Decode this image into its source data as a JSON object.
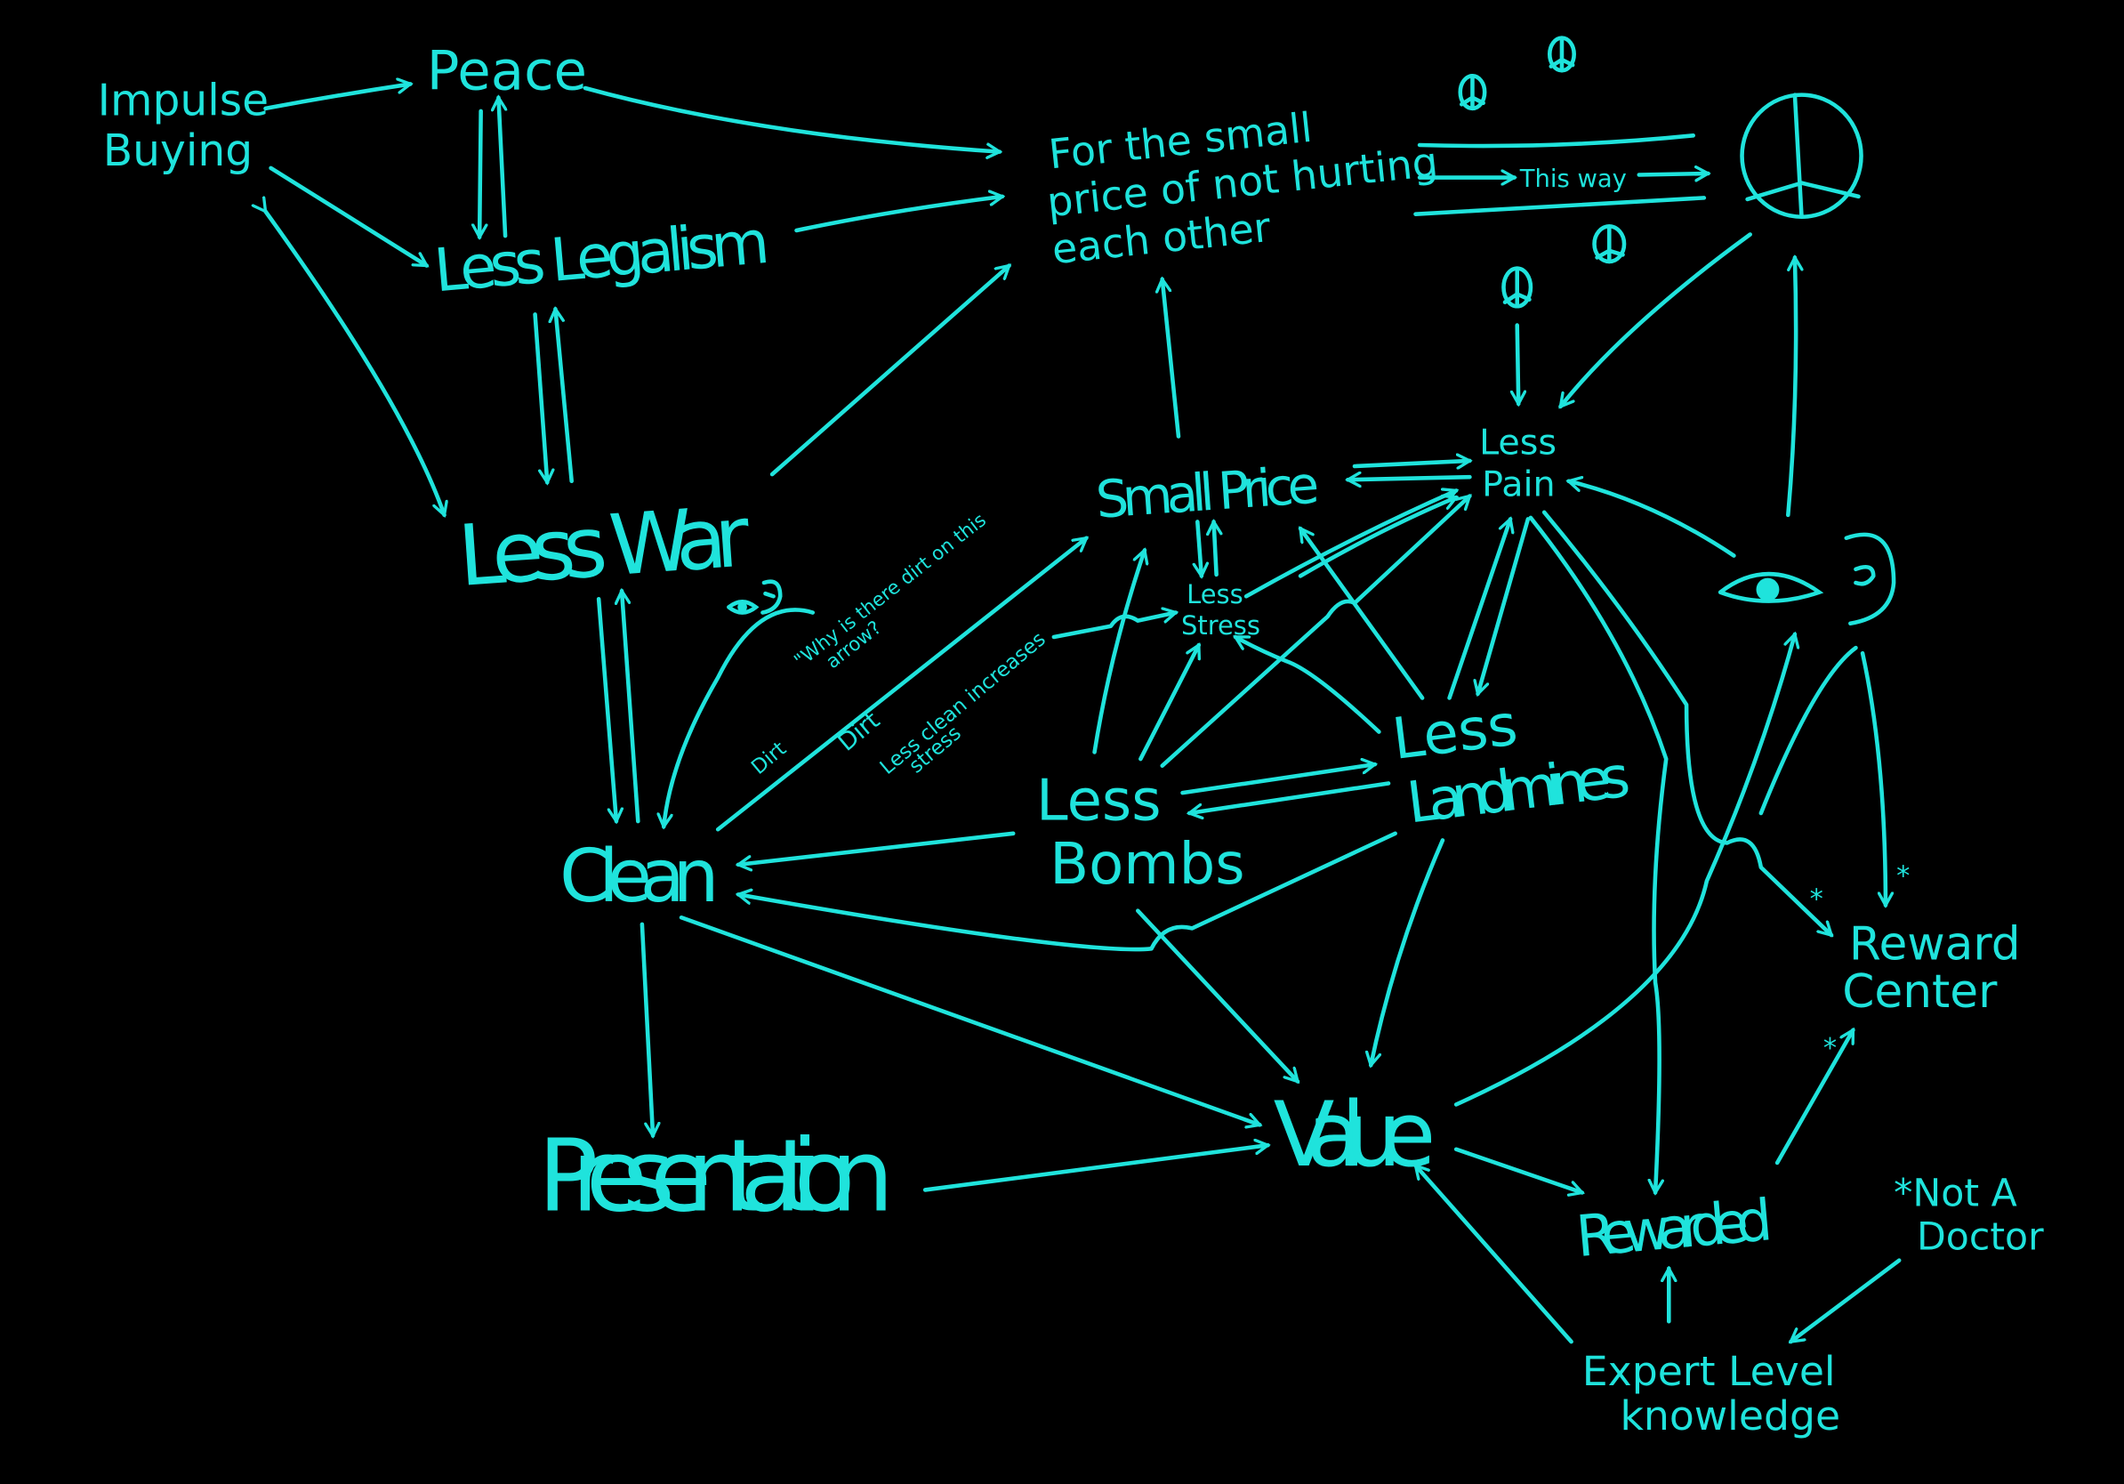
{
  "colors": {
    "background": "#000000",
    "ink": "#1fe3dc"
  },
  "nodes": {
    "impulse_buying": [
      "Impulse",
      "Buying"
    ],
    "peace": "Peace",
    "less_legalism": "Less Legalism",
    "small_price_goal": [
      "For the small",
      "price of not hurting",
      "each other"
    ],
    "less_war": "Less War",
    "small_price": "Small Price",
    "less_pain": [
      "Less",
      "Pain"
    ],
    "less_stress": [
      "Less",
      "Stress"
    ],
    "less_landmines": [
      "Less",
      "Landmines"
    ],
    "less_bombs": [
      "Less",
      "Bombs"
    ],
    "clean": "Clean",
    "presentation": "Presentation",
    "value": "Value",
    "rewarded": "Rewarded",
    "reward_center": [
      "Reward",
      "Center"
    ],
    "expert_knowledge": [
      "Expert  Level",
      "knowledge"
    ],
    "not_a_doctor": [
      "*Not A",
      "Doctor"
    ]
  },
  "annotations": {
    "this_way": "This way",
    "dirt_question": [
      "\"Why is there dirt on this",
      "arrow?"
    ],
    "dirt_1": "Dirt",
    "dirt_2": "Dirt",
    "less_clean": [
      "Less clean increases",
      "stress"
    ],
    "asterisk": "*"
  },
  "icons": [
    "peace-symbol",
    "eye",
    "ear",
    "mouth"
  ]
}
